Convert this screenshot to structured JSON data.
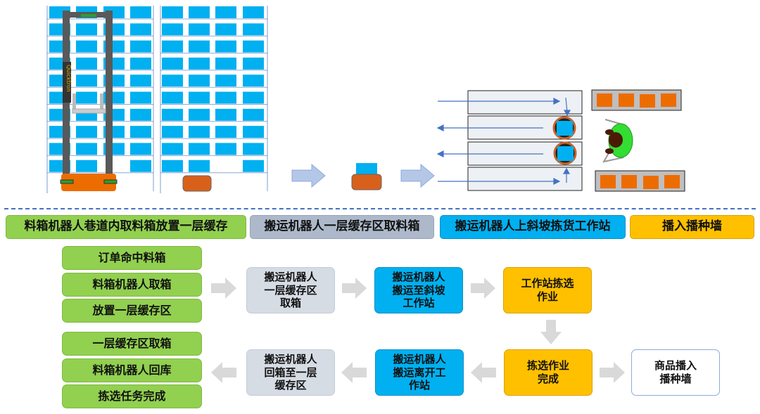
{
  "illustration": {
    "brand_label": "Quicktron",
    "colors": {
      "bin": "#00b0f0",
      "robot": "#ed6c00",
      "mast": "#595959",
      "rack": "#4472c4",
      "picker": "#33cc33"
    }
  },
  "headers": [
    {
      "label": "料箱机器人巷道内取料箱放置一层缓存",
      "color": "#92d050"
    },
    {
      "label": "搬运机器人一层缓存区取料箱",
      "color": "#adb9ca"
    },
    {
      "label": "搬运机器人上斜坡拣货工作站",
      "color": "#00b0f0"
    },
    {
      "label": "播入播种墙",
      "color": "#ffc000"
    }
  ],
  "steps_start": [
    "订单命中料箱",
    "料箱机器人取箱",
    "放置一层缓存区"
  ],
  "steps_end": [
    "一层缓存区取箱",
    "料箱机器人回库",
    "拣选任务完成"
  ],
  "row1": [
    {
      "label": "搬运机器人一层缓存区取箱"
    },
    {
      "label": "搬运机器人搬运至斜坡工作站"
    },
    {
      "label": "工作站拣选作业"
    }
  ],
  "row2": [
    {
      "label": "搬运机器人回箱至一层缓存区"
    },
    {
      "label": "搬运机器人搬运离开工作站"
    },
    {
      "label": "拣选作业完成"
    },
    {
      "label": "商品播入播种墙"
    }
  ]
}
